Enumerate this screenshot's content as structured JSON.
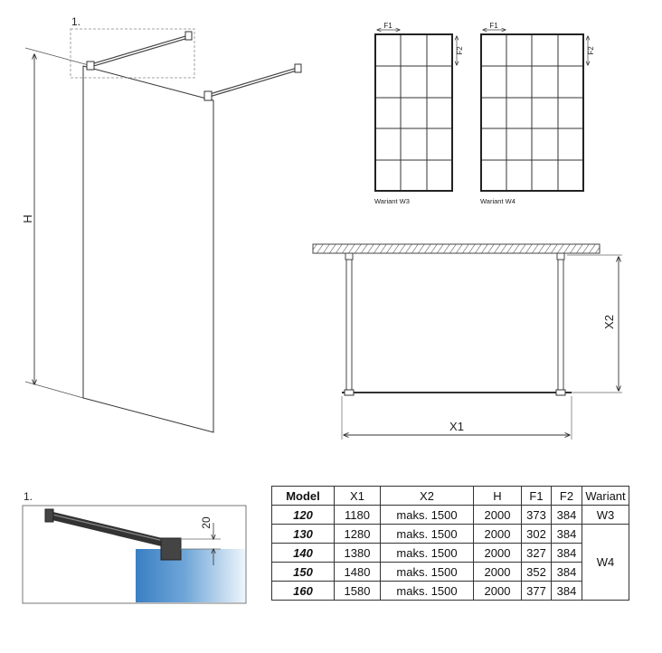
{
  "callout": {
    "marker": "1.",
    "detail_marker": "1.",
    "detail_dim": "20"
  },
  "dimensions": {
    "h": "H",
    "x1": "X1",
    "x2": "X2",
    "f1": "F1",
    "f2": "F2"
  },
  "variants": {
    "w3": "Wariant W3",
    "w4": "Wariant W4"
  },
  "table": {
    "headers": [
      "Model",
      "X1",
      "X2",
      "H",
      "F1",
      "F2",
      "Wariant"
    ],
    "rows": [
      {
        "model": "120",
        "x1": "1180",
        "x2": "maks. 1500",
        "h": "2000",
        "f1": "373",
        "f2": "384",
        "wariant": "W3"
      },
      {
        "model": "130",
        "x1": "1280",
        "x2": "maks. 1500",
        "h": "2000",
        "f1": "302",
        "f2": "384",
        "wariant": "W4"
      },
      {
        "model": "140",
        "x1": "1380",
        "x2": "maks. 1500",
        "h": "2000",
        "f1": "327",
        "f2": "384"
      },
      {
        "model": "150",
        "x1": "1480",
        "x2": "maks. 1500",
        "h": "2000",
        "f1": "352",
        "f2": "384"
      },
      {
        "model": "160",
        "x1": "1580",
        "x2": "maks. 1500",
        "h": "2000",
        "f1": "377",
        "f2": "384"
      }
    ]
  }
}
